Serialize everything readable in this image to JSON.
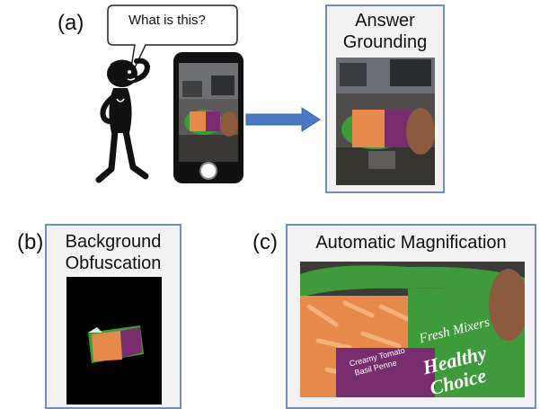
{
  "panels": {
    "a": {
      "label": "(a)",
      "speech": "What is this?",
      "result_title_line1": "Answer",
      "result_title_line2": "Grounding"
    },
    "b": {
      "label": "(b)",
      "title_line1": "Background",
      "title_line2": "Obfuscation"
    },
    "c": {
      "label": "(c)",
      "title": "Automatic Magnification"
    }
  },
  "package_text": {
    "brand_line1": "Healthy",
    "brand_line2": "Choice",
    "product_line": "Fresh Mixers",
    "dish_line1": "Creamy Tomato",
    "dish_line2": "Basil Penne"
  },
  "colors": {
    "frame_border": "#6e8fc4",
    "arrow": "#4a78c2",
    "package_green": "#3e9a3a",
    "package_purple": "#7a2d6e",
    "pasta": "#e58a4a"
  }
}
